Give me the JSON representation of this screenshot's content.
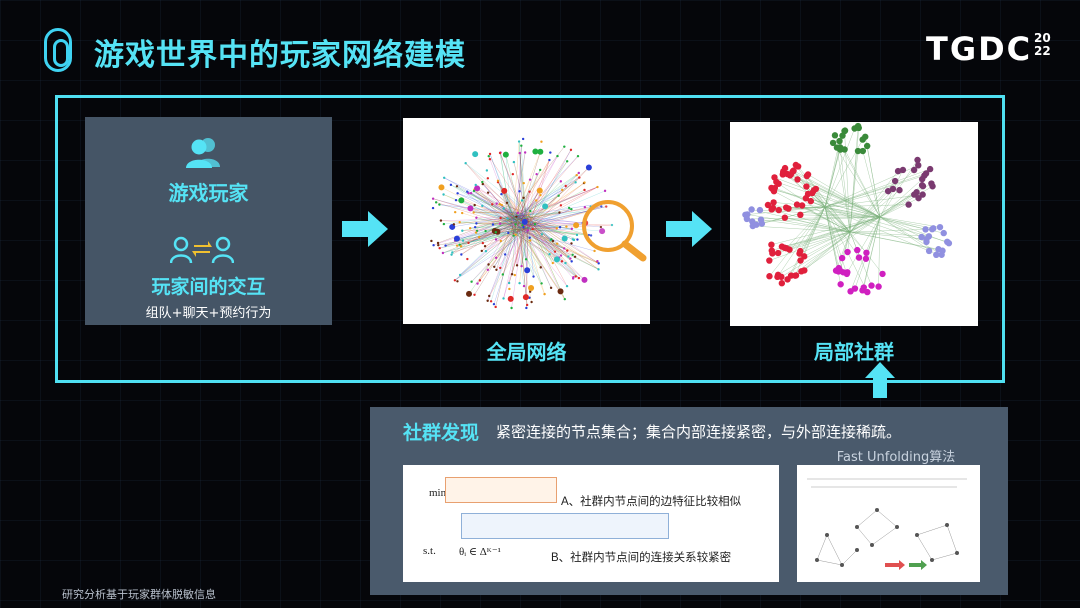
{
  "header": {
    "title": "游戏世界中的玩家网络建模",
    "brand": "TGDC",
    "brand_year_top": "20",
    "brand_year_bottom": "22"
  },
  "player_panel": {
    "player_label": "游戏玩家",
    "interaction_label": "玩家间的交互",
    "interaction_sub": "组队+聊天+预约行为",
    "icons": [
      "users-icon",
      "user-exchange-icon"
    ]
  },
  "networks": {
    "global_label": "全局网络",
    "local_label": "局部社群"
  },
  "community": {
    "title": "社群发现",
    "description": "紧密连接的节点集合；集合内部连接紧密，与外部连接稀疏。",
    "formula_note_a": "A、社群内节点间的边特征比较相似",
    "formula_note_b": "B、社群内节点间的连接关系较紧密",
    "formula_lines": [
      "min",
      "s.t.",
      "θᵢ ∈ Δᴷ⁻¹"
    ],
    "algo_title": "Fast Unfolding算法"
  },
  "footer": {
    "note": "研究分析基于玩家群体脱敏信息"
  },
  "colors": {
    "accent": "#55e3f5",
    "frame": "#4fe0f2",
    "panel": "#455566",
    "magnifier": "#f0a030"
  }
}
